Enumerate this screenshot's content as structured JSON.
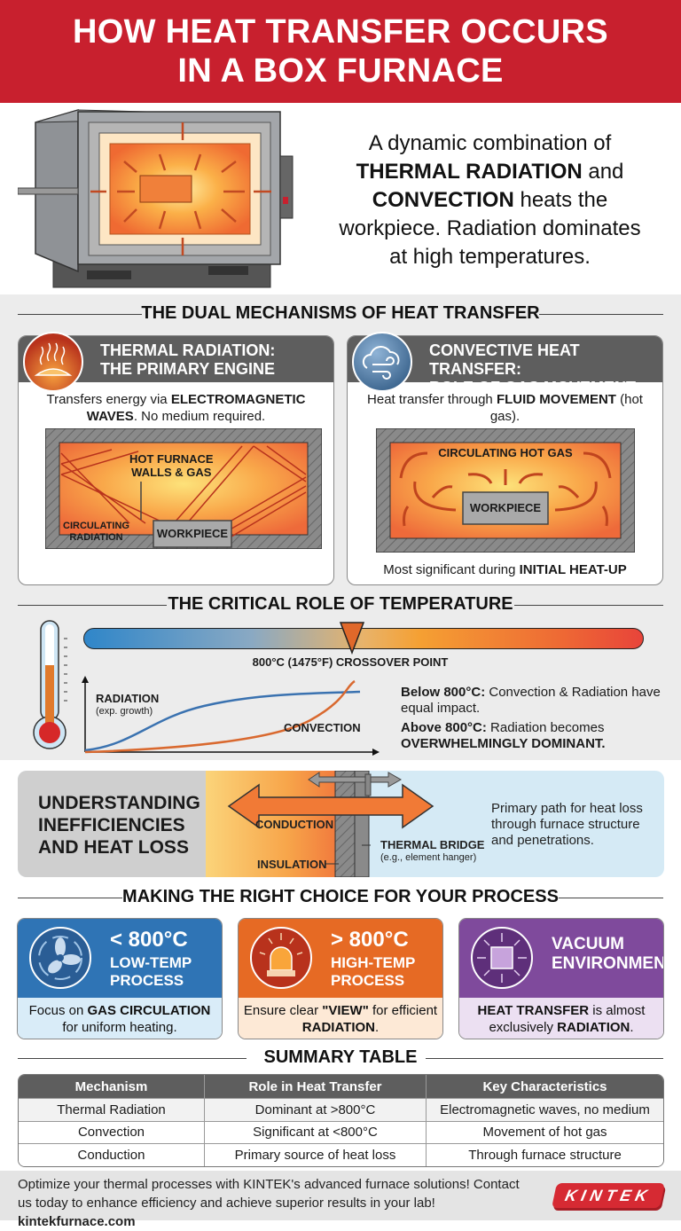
{
  "header": {
    "title_line1": "HOW HEAT TRANSFER OCCURS",
    "title_line2": "IN A BOX FURNACE",
    "bg_color": "#c8202e"
  },
  "hero": {
    "illustration": "box-furnace-icon",
    "text_parts": [
      "A dynamic combination of ",
      "THERMAL RADIATION",
      " and ",
      "CONVECTION",
      " heats the workpiece. Radiation dominates at high temperatures."
    ]
  },
  "dual": {
    "title": "THE DUAL MECHANISMS OF HEAT TRANSFER",
    "radiation": {
      "icon": "radiant-heat-icon",
      "title_line1": "THERMAL RADIATION:",
      "title_line2": "THE PRIMARY ENGINE",
      "desc_pre": "Transfers energy via ",
      "desc_bold": "ELECTROMAGNETIC WAVES",
      "desc_post": ". No medium required.",
      "label_walls_1": "HOT FURNACE",
      "label_walls_2": "WALLS & GAS",
      "label_circ_1": "CIRCULATING",
      "label_circ_2": "RADIATION",
      "label_workpiece": "WORKPIECE"
    },
    "convection": {
      "icon": "cloud-wind-icon",
      "title_line1": "CONVECTIVE HEAT TRANSFER:",
      "title_line2": "ROLE OF GAS MOVEMENT",
      "desc_pre": "Heat transfer through ",
      "desc_bold": "FLUID MOVEMENT",
      "desc_post": " (hot gas).",
      "label_gas": "CIRCULATING HOT GAS",
      "label_workpiece": "WORKPIECE",
      "foot_pre": "Most significant during ",
      "foot_bold": "INITIAL HEAT-UP"
    }
  },
  "temperature": {
    "title": "THE CRITICAL ROLE OF TEMPERATURE",
    "crossover_label": "800°C (1475°F) CROSSOVER POINT",
    "curve_radiation": "RADIATION",
    "curve_radiation_sub": "(exp. growth)",
    "curve_convection": "CONVECTION",
    "below_bold": "Below 800°C:",
    "below_text": " Convection & Radiation have equal impact.",
    "above_bold": "Above 800°C:",
    "above_text": " Radiation becomes",
    "above_emph": "OVERWHELMINGLY DOMINANT.",
    "colors": {
      "cold": "#2f86c9",
      "hot": "#e8443a",
      "radiation_curve": "#3a72b0",
      "convection_curve": "#d9692f"
    }
  },
  "inefficiency": {
    "title_line1": "UNDERSTANDING",
    "title_line2": "INEFFICIENCIES",
    "title_line3": "AND HEAT LOSS",
    "conduction_label": "CONDUCTION",
    "insulation_label": "INSULATION",
    "bridge_label": "THERMAL BRIDGE",
    "bridge_sub": "(e.g., element hanger)",
    "desc": "Primary path for heat loss through furnace structure and penetrations."
  },
  "choice": {
    "title": "MAKING THE RIGHT CHOICE FOR YOUR PROCESS",
    "cards": [
      {
        "icon": "fan-icon",
        "big": "< 800°C",
        "line1": "LOW-TEMP",
        "line2": "PROCESS",
        "pre": "Focus on ",
        "bold": "GAS CIRCULATION",
        "post": " for uniform heating.",
        "top_color": "#2f74b5",
        "bot_color": "#d9ecf8"
      },
      {
        "icon": "alarm-light-icon",
        "big": "> 800°C",
        "line1": "HIGH-TEMP",
        "line2": "PROCESS",
        "pre": "Ensure clear ",
        "bold": "\"VIEW\"",
        "post": " for efficient ",
        "bold2": "RADIATION",
        "end": ".",
        "top_color": "#e66a24",
        "bot_color": "#fde9d6"
      },
      {
        "icon": "vacuum-chamber-icon",
        "big": "",
        "line1": "VACUUM",
        "line2": "ENVIRONMENT",
        "pre": "",
        "bold": "HEAT TRANSFER",
        "post": " is almost exclusively ",
        "bold2": "RADIATION",
        "end": ".",
        "top_color": "#7f4a9c",
        "bot_color": "#ece0f2"
      }
    ]
  },
  "summary": {
    "title": "SUMMARY TABLE",
    "columns": [
      "Mechanism",
      "Role in Heat Transfer",
      "Key Characteristics"
    ],
    "rows": [
      [
        "Thermal Radiation",
        "Dominant at >800°C",
        "Electromagnetic waves, no medium"
      ],
      [
        "Convection",
        "Significant at <800°C",
        "Movement of hot gas"
      ],
      [
        "Conduction",
        "Primary source of heat loss",
        "Through furnace structure"
      ]
    ]
  },
  "footer": {
    "text": "Optimize your thermal processes with KINTEK's advanced furnace solutions! Contact us today to enhance efficiency and achieve superior results in your lab! ",
    "link": "kintekfurnace.com",
    "logo": "KINTEK"
  }
}
